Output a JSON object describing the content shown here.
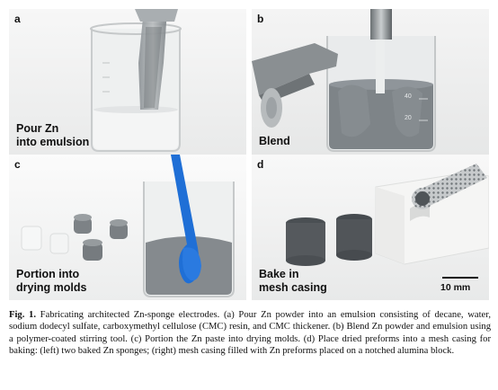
{
  "panels": [
    {
      "label": "a",
      "caption_lines": [
        "Pour Zn",
        "into emulsion"
      ]
    },
    {
      "label": "b",
      "caption_lines": [
        "Blend"
      ]
    },
    {
      "label": "c",
      "caption_lines": [
        "Portion into",
        "drying molds"
      ]
    },
    {
      "label": "d",
      "caption_lines": [
        "Bake in",
        "mesh casing"
      ]
    }
  ],
  "beaker_markings": [
    "40",
    "20"
  ],
  "scale_bar_label": "10 mm",
  "caption": {
    "figure_label": "Fig. 1.",
    "text": "Fabricating architected Zn-sponge electrodes. (a) Pour Zn powder into an emulsion consisting of decane, water, sodium dodecyl sulfate, carboxymethyl cellulose (CMC) resin, and CMC thickener. (b) Blend Zn powder and emulsion using a polymer-coated stirring tool. (c) Portion the Zn paste into drying molds. (d) Place dried preforms into a mesh casing for baking: (left) two baked Zn sponges; (right) mesh casing filled with Zn preforms placed on a notched alumina block."
  },
  "colors": {
    "label_text": "#111111",
    "zn_gray": "#6f7478",
    "blue_tool": "#1f6fd6"
  }
}
